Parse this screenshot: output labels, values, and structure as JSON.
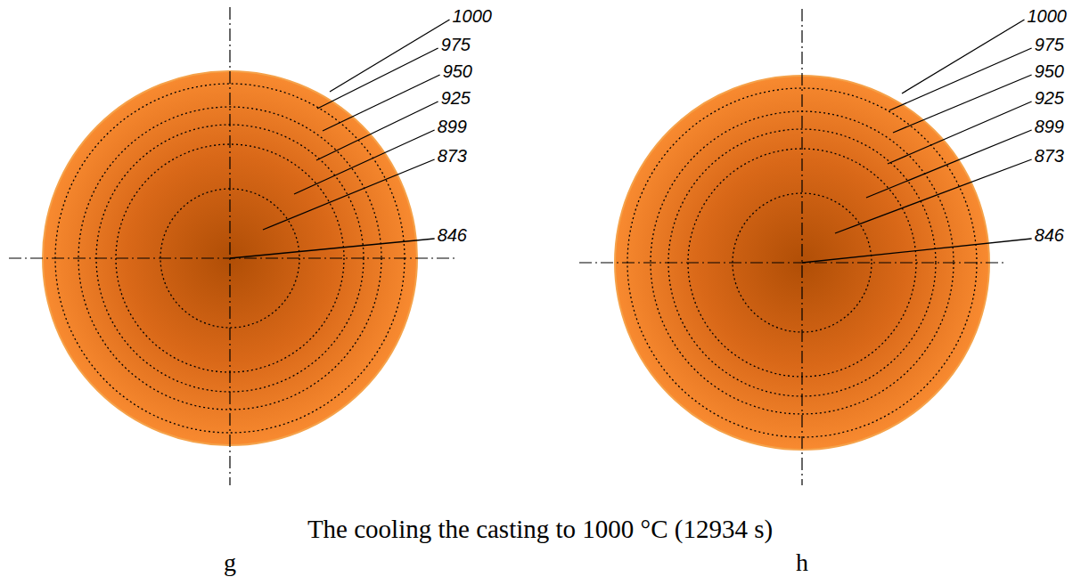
{
  "diagram": {
    "caption": "The cooling the casting to 1000 °C (12934 s)",
    "labels": [
      "1000",
      "975",
      "950",
      "925",
      "899",
      "873",
      "846",
      "1000",
      "975",
      "950",
      "925",
      "899",
      "873",
      "846",
      "g",
      "h"
    ]
  }
}
